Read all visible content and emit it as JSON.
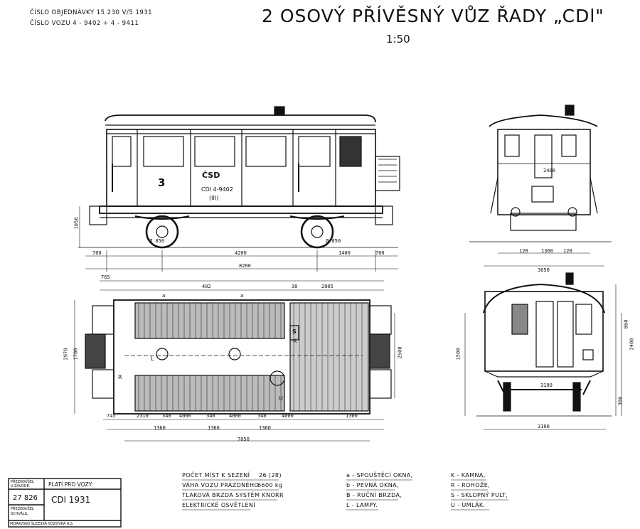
{
  "header": {
    "order_line": "ČÍSLO OBJEDNÁVKY  15 230  V/5 1931",
    "car_line": "ČÍSLO VOZU  4 - 9402 ÷ 4 - 9411",
    "title": "2 OSOVÝ PŘÍVĚSNÝ VŮZ ŘADY „CDl\"",
    "scale": "1:50"
  },
  "side_view": {
    "car_number": "3",
    "operator": "ČSD",
    "designation": "CDl 4-9402",
    "class_mark": "(III)",
    "wheel_left": "Ø 850",
    "wheel_right": "Ø 850",
    "height": "1058",
    "dims": [
      "700",
      "4200",
      "1400",
      "700"
    ],
    "total_length": "8200"
  },
  "plan_view": {
    "top_dims": [
      "765",
      "a",
      "402",
      "a",
      "30",
      "2005"
    ],
    "left_dims": [
      "2970",
      "1700"
    ],
    "right_dims": [
      "2500"
    ],
    "bottom_dims": [
      "745",
      "2310",
      "340",
      "4000",
      "340",
      "4000",
      "340",
      "4000",
      "1300"
    ],
    "lower_dims": [
      "1360",
      "1360",
      "1360"
    ],
    "total": "7050",
    "marks": [
      "S",
      "K",
      "R",
      "U",
      "L"
    ]
  },
  "end_view": {
    "width_top": "2400",
    "dims": [
      "120",
      "1360",
      "120"
    ],
    "total": "3050"
  },
  "section_view": {
    "dims": [
      "860",
      "2400",
      "1500",
      "300",
      "3100"
    ],
    "overall_width": "3100"
  },
  "title_block": {
    "header_left": "PŘEZKOUŠEL\nV ZÁVODĚ",
    "valid_for": "PLATÍ PRO VOZY:",
    "drawing_number": "27 826",
    "car_type": "CDl  1931",
    "signatures": "PŘEZKOUŠEL\nSCHVÁLIL",
    "manufacturer": "MORAVSKO SLEZSKÁ VOZOVKA A.S."
  },
  "specs": [
    {
      "label": "POČET MÍST K SEZENÍ",
      "value": "26 (28)"
    },
    {
      "label": "VÁHA VOZU PRÁZDNÉHO",
      "value": "6600 kg"
    },
    {
      "label": "TLAKOVÁ BRZDA SYSTÉM KNORR",
      "value": ""
    },
    {
      "label": "ELEKTRICKÉ OSVĚTLENÍ",
      "value": ""
    }
  ],
  "legend_a": [
    "a - SPOUŠTĚCÍ OKNA,",
    "b - PEVNÁ OKNA,",
    "B - RUČNÍ BRZDA,",
    "L - LAMPY."
  ],
  "legend_k": [
    "K - KAMNA,",
    "R - ROHOŽE,",
    "S - SKLOPNÝ PULT,",
    "U - UMLÁK."
  ]
}
